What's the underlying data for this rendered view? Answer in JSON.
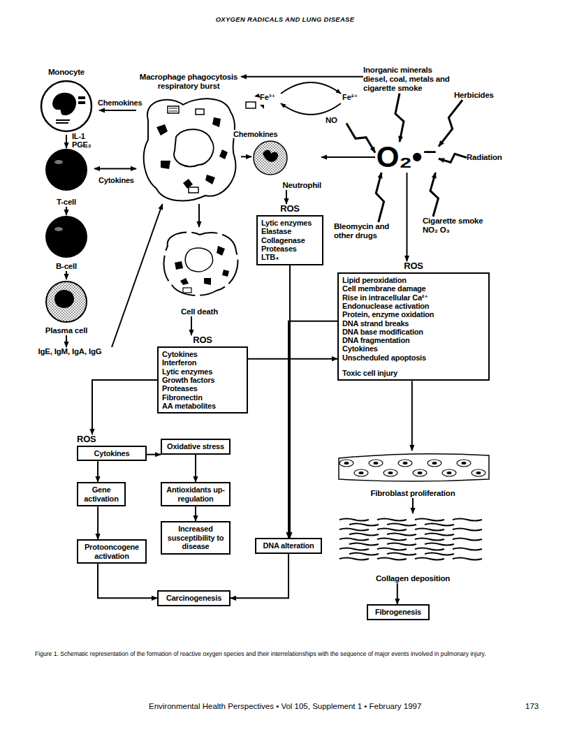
{
  "diagram": {
    "title": "OXYGEN RADICALS AND LUNG DISEASE",
    "caption": "Figure 1. Schematic representation of the formation of reactive oxygen species and their interrelationships with the sequence of major events involved in pulmonary injury.",
    "nodes": [
      {
        "text": [
          "Monocyte"
        ]
      },
      {
        "text": [
          "Macrophage phagocytosis respiratory burst"
        ]
      },
      {
        "text": [
          "Inorganic minerals diesel, coal, metals and cigarette smoke"
        ]
      },
      {
        "text": [
          "Herbicides"
        ]
      },
      {
        "text": [
          "NO"
        ]
      },
      {
        "text": [
          "Radiation"
        ]
      },
      {
        "text": [
          "Cigarette smoke NO₂ O₃"
        ]
      },
      {
        "text": [
          "Bleomycin and other drugs"
        ]
      },
      {
        "text": [
          "O₂•⁻"
        ]
      },
      {
        "text": [
          "T-cell"
        ]
      },
      {
        "text": [
          "Neutrophil"
        ]
      },
      {
        "text": [
          "B-cell"
        ]
      },
      {
        "text": [
          "Cell death"
        ]
      },
      {
        "text": [
          "ROS",
          "Lytic enzymes",
          "Elastase",
          "Collagenase",
          "Proteases",
          "LTB₄"
        ]
      },
      {
        "text": [
          "ROS",
          "Lipid peroxidation",
          "Cell membrane damage",
          "Rise in intracellular Ca²⁺",
          "Endonuclease activation",
          "Protein, enzyme oxidation",
          "DNA strand breaks",
          "DNA base modification",
          "DNA fragmentation",
          "Cytokines",
          "Unscheduled apoptosis",
          "Toxic cell injury"
        ]
      },
      {
        "text": [
          "Plasma cell"
        ]
      },
      {
        "text": [
          "IgE, IgM, IgA, IgG"
        ]
      },
      {
        "text": [
          "ROS",
          "Cytokines",
          "Interferon",
          "Lytic enzymes",
          "Growth factors",
          "Proteases",
          "Fibronectin",
          "AA metabolites"
        ]
      },
      {
        "text": [
          "ROS",
          "Cytokines"
        ]
      },
      {
        "text": [
          "Oxidative stress"
        ]
      },
      {
        "text": [
          "Gene activation"
        ]
      },
      {
        "text": [
          "Antioxidants up-regulation"
        ]
      },
      {
        "text": [
          "Increased susceptibility to disease"
        ]
      },
      {
        "text": [
          "Protooncogene activation"
        ]
      },
      {
        "text": [
          "DNA alteration"
        ]
      },
      {
        "text": [
          "Carcinogenesis"
        ]
      },
      {
        "text": [
          "Fibroblast proliferation"
        ]
      },
      {
        "text": [
          "Collagen deposition"
        ]
      },
      {
        "text": [
          "Fibrogenesis"
        ]
      }
    ],
    "edges": [
      {
        "from": 1,
        "to": 0,
        "arrow": "to",
        "label": "Chemokines"
      },
      {
        "from": 0,
        "to": 9,
        "arrow": "to",
        "label": "IL-1 PGE₂"
      },
      {
        "from": 9,
        "to": 1,
        "arrow": "both",
        "label": "Cytokines"
      },
      {
        "from": 9,
        "to": 11,
        "arrow": "to"
      },
      {
        "from": 11,
        "to": 15,
        "arrow": "to"
      },
      {
        "from": 15,
        "to": 16,
        "arrow": "to"
      },
      {
        "from": 16,
        "to": 1,
        "arrow": "to"
      },
      {
        "from": 1,
        "to": 10,
        "arrow": "to",
        "label": "Chemokines"
      },
      {
        "from": 2,
        "to": 1,
        "arrow": "to"
      },
      {
        "from": 8,
        "to": 10,
        "arrow": "to"
      },
      {
        "from": 2,
        "to": 8,
        "arrow": "to"
      },
      {
        "from": 3,
        "to": 8,
        "arrow": "to"
      },
      {
        "from": 4,
        "to": 8,
        "arrow": "to"
      },
      {
        "from": 5,
        "to": 8,
        "arrow": "to"
      },
      {
        "from": 6,
        "to": 8,
        "arrow": "to"
      },
      {
        "from": 7,
        "to": 8,
        "arrow": "to"
      },
      {
        "from": 1,
        "to": 12,
        "arrow": "to"
      },
      {
        "from": 10,
        "to": 13,
        "arrow": "to"
      },
      {
        "from": 12,
        "to": 17,
        "arrow": "to"
      },
      {
        "from": 8,
        "to": 14,
        "arrow": "to"
      },
      {
        "from": 13,
        "to": 24,
        "arrow": "to"
      },
      {
        "from": 14,
        "to": 24,
        "arrow": "to"
      },
      {
        "from": 17,
        "to": 14,
        "arrow": "to"
      },
      {
        "from": 17,
        "to": 18,
        "arrow": "to"
      },
      {
        "from": 18,
        "to": 19,
        "arrow": "to"
      },
      {
        "from": 18,
        "to": 20,
        "arrow": "to"
      },
      {
        "from": 19,
        "to": 21,
        "arrow": "to"
      },
      {
        "from": 21,
        "to": 22,
        "arrow": "to"
      },
      {
        "from": 20,
        "to": 23,
        "arrow": "to"
      },
      {
        "from": 23,
        "to": 25,
        "arrow": "to"
      },
      {
        "from": 24,
        "to": 25,
        "arrow": "to"
      },
      {
        "from": 14,
        "to": 26,
        "arrow": "to"
      },
      {
        "from": 26,
        "to": 27,
        "arrow": "to"
      },
      {
        "from": 27,
        "to": 28,
        "arrow": "to"
      }
    ],
    "labels": [
      "Fe³⁺",
      "Fe²⁺",
      "Environmental Health Perspectives • Vol 105, Supplement 1 • February 1997",
      "173"
    ]
  }
}
